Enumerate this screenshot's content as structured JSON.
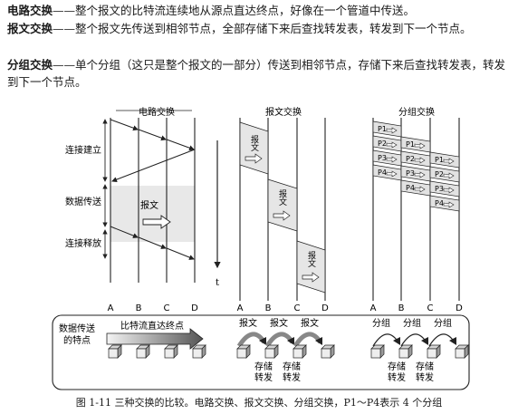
{
  "paragraphs": {
    "circuit_term": "电路交换",
    "circuit_text": "——整个报文的比特流连续地从源点直达终点，好像在一个管道中传送。",
    "message_term": "报文交换",
    "message_text": "——整个报文先传送到相邻节点，全部存储下来后查找转发表，转发到下一个节点。",
    "packet_term": "分组交换",
    "packet_text": "——单个分组（这只是整个报文的一部分）传送到相邻节点，存储下来后查找转发表，转发到下一个节点。"
  },
  "figure": {
    "panel_titles": [
      "电路交换",
      "报文交换",
      "分组交换"
    ],
    "phase_labels": [
      "连接建立",
      "数据传送",
      "连接释放"
    ],
    "message_label": "报文",
    "time_label": "t",
    "node_labels": [
      "A",
      "B",
      "C",
      "D"
    ],
    "packet_labels": [
      "P1",
      "P2",
      "P3",
      "P4"
    ],
    "bottom": {
      "feature_label_line1": "数据传送",
      "feature_label_line2": "的特点",
      "circuit_arrow_label": "比特流直达终点",
      "message_label": "报文",
      "packet_label": "分组",
      "store_line1": "存储",
      "store_line2": "转发"
    },
    "caption": "图 1-11  三种交换的比较。电路交换、报文交换、分组交换，P1～P4表示 4 个分组"
  }
}
